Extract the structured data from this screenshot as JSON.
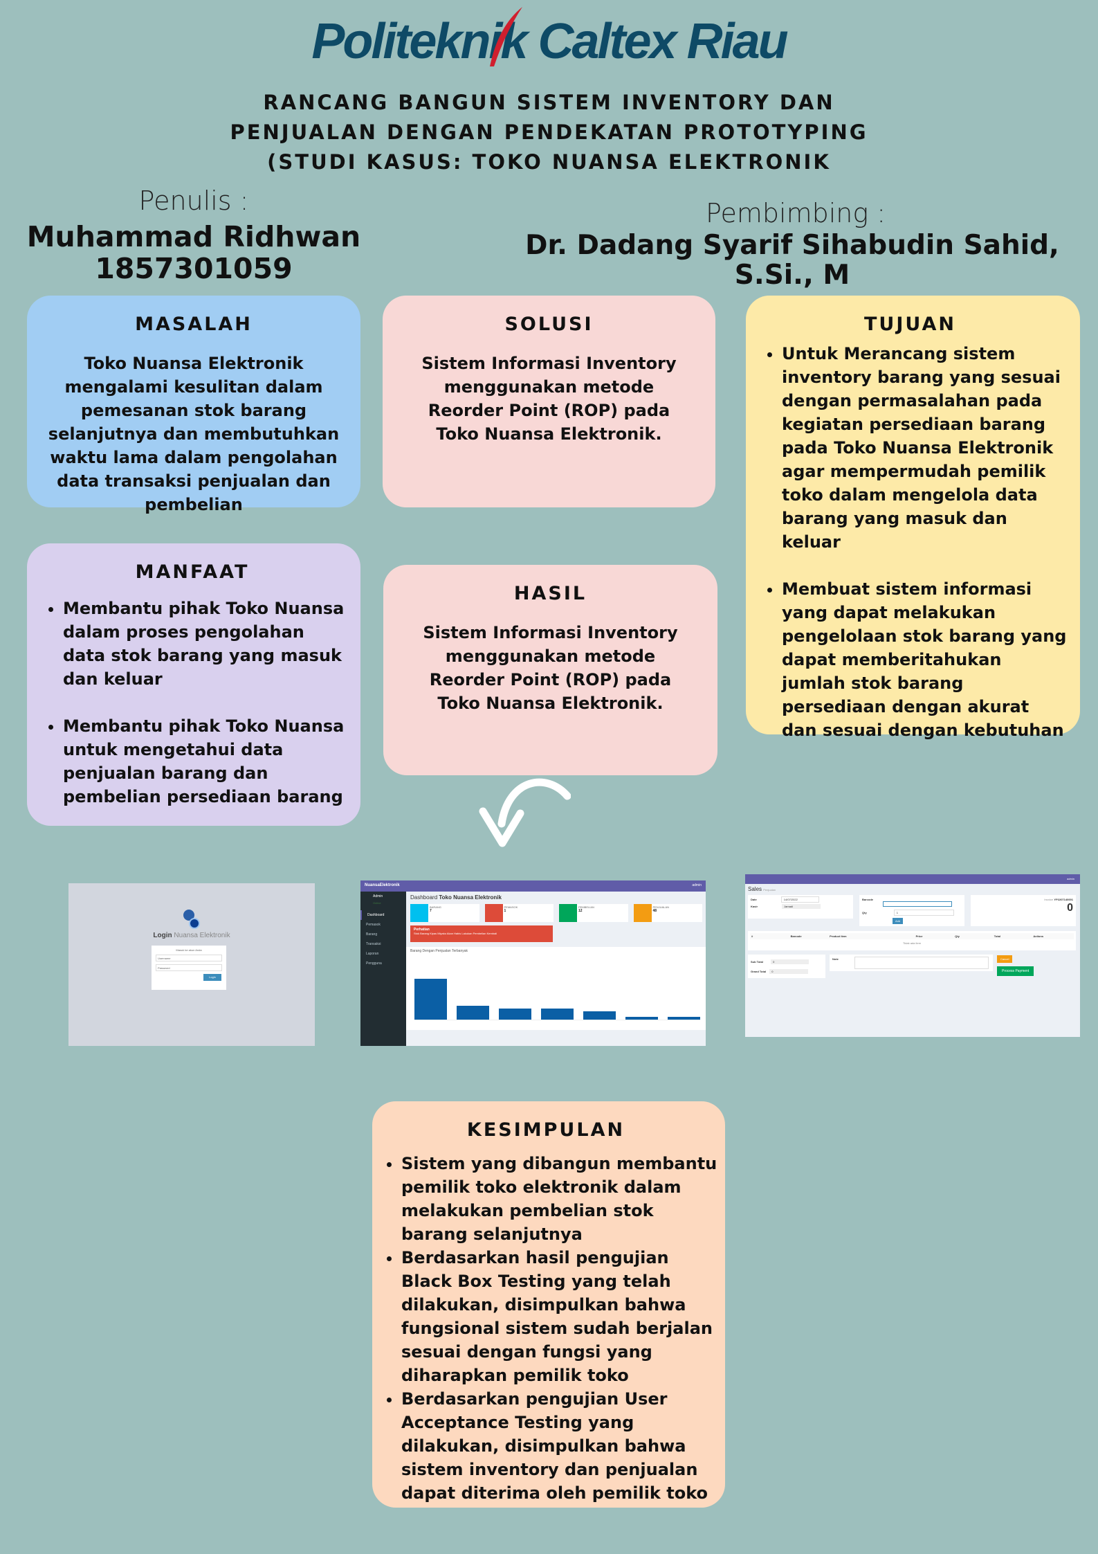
{
  "logo": {
    "text": "Politeknik Caltex Riau"
  },
  "title": [
    "RANCANG BANGUN SISTEM INVENTORY DAN",
    "PENJUALAN DENGAN PENDEKATAN PROTOTYPING",
    "(STUDI KASUS: TOKO NUANSA ELEKTRONIK"
  ],
  "author": {
    "label": "Penulis :",
    "name": "Muhammad Ridhwan",
    "nim": "1857301059"
  },
  "advisor": {
    "label": "Pembimbing :",
    "name": "Dr. Dadang Syarif Sihabudin Sahid, S.Si., M"
  },
  "masalah": {
    "heading": "MASALAH",
    "text": "Toko Nuansa Elektronik mengalami kesulitan dalam pemesanan stok barang selanjutnya dan membutuhkan waktu lama dalam pengolahan data transaksi penjualan dan pembelian"
  },
  "solusi": {
    "heading": "SOLUSI",
    "text": "Sistem Informasi Inventory menggunakan metode Reorder Point (ROP) pada Toko Nuansa Elektronik."
  },
  "tujuan": {
    "heading": "TUJUAN",
    "items": [
      "Untuk Merancang sistem inventory barang yang sesuai dengan permasalahan pada kegiatan persediaan barang pada Toko Nuansa Elektronik agar mempermudah pemilik toko dalam mengelola data barang yang masuk dan keluar",
      "Membuat sistem informasi yang dapat melakukan pengelolaan stok barang yang dapat memberitahukan jumlah stok barang persediaan dengan akurat dan sesuai dengan kebutuhan"
    ]
  },
  "manfaat": {
    "heading": "MANFAAT",
    "items": [
      "Membantu pihak Toko Nuansa dalam proses pengolahan data stok barang yang masuk dan keluar",
      "Membantu pihak Toko Nuansa untuk mengetahui data penjualan barang dan pembelian persediaan barang"
    ]
  },
  "hasil": {
    "heading": "HASIL",
    "text": "Sistem Informasi Inventory menggunakan metode Reorder Point (ROP) pada Toko Nuansa Elektronik."
  },
  "login_shot": {
    "title_bold": "Login",
    "title_rest": " Nuansa Elektronik",
    "subtitle": "Masuk ke akun Anda",
    "username_placeholder": "Username",
    "password_placeholder": "Password",
    "button": "Login"
  },
  "dashboard_shot": {
    "brand": "NuansaElektronik",
    "user": "Admin",
    "status": "Online",
    "topbar_user": "admin",
    "page_title": "Dashboard",
    "page_title_bold": "Toko Nuansa Elektronik",
    "menu": [
      "Dashboard",
      "Pemasok",
      "Barang",
      "Transaksi",
      "Laporan",
      "Pengguna"
    ],
    "stats": [
      {
        "label": "BARANG",
        "value": "7",
        "color": "#00c0ef"
      },
      {
        "label": "PEMASOK",
        "value": "1",
        "color": "#dd4b39"
      },
      {
        "label": "PEMBELIAN",
        "value": "12",
        "color": "#00a65a"
      },
      {
        "label": "PENJUALAN",
        "value": "48",
        "color": "#f39c12"
      }
    ],
    "alert_title": "Perhatian",
    "alert_text": "Stok Barang Kipas Miyako Akan Habis Lakukan Pembelian Kembali",
    "chart_title": "Barang Dengan Penjualan Terbanyak",
    "bar_values": [
      15,
      5,
      4,
      4,
      3,
      1,
      1
    ],
    "bar_max": 20
  },
  "sales_shot": {
    "title": "Sales",
    "subtitle": "Penjualan",
    "topbar_user": "admin",
    "date_label": "Date",
    "date_value": "14/07/2022",
    "cashier_label": "Kasir",
    "cashier_value": "Jamadi",
    "barcode_label": "Barcode",
    "qty_label": "Qty",
    "qty_value": "1",
    "add_button": "Add",
    "invoice_label": "Invoice",
    "invoice_value": "YP2207140001",
    "total": "0",
    "columns": [
      "#",
      "Barcode",
      "Product Item",
      "Price",
      "Qty",
      "Total",
      "Actions"
    ],
    "empty": "Tidak ada item",
    "subtotal_label": "Sub Total",
    "grandtotal_label": "Grand Total",
    "zero": "0",
    "note_label": "Note",
    "cancel_button": "Cancel",
    "pay_button": "Process Payment"
  },
  "kesimpulan": {
    "heading": "KESIMPULAN",
    "items": [
      "Sistem yang dibangun membantu pemilik toko elektronik dalam melakukan pembelian stok barang selanjutnya",
      "Berdasarkan hasil pengujian Black Box Testing yang telah dilakukan, disimpulkan bahwa fungsional sistem sudah berjalan sesuai dengan fungsi yang diharapkan pemilik toko",
      "Berdasarkan pengujian User Acceptance Testing yang dilakukan, disimpulkan bahwa sistem inventory dan penjualan dapat diterima oleh pemilik toko"
    ]
  }
}
